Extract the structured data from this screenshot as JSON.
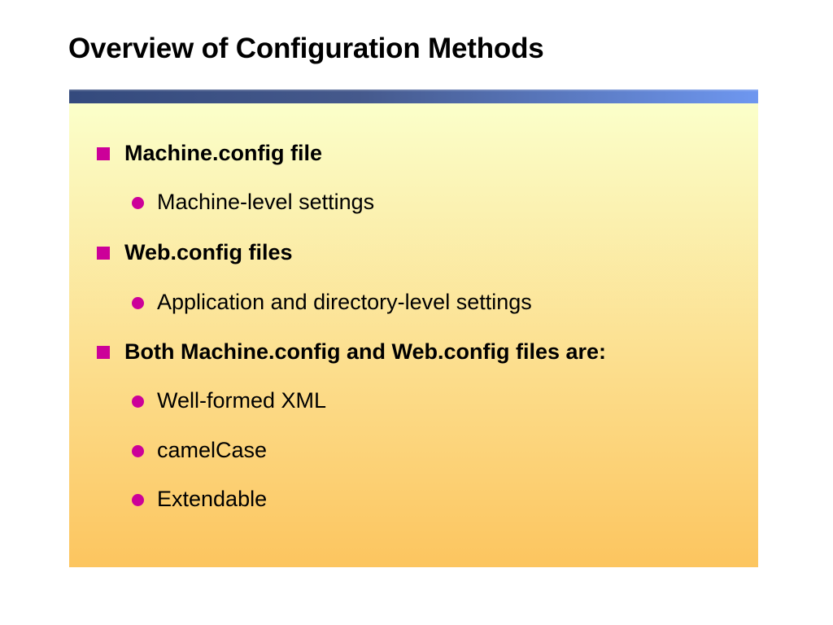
{
  "slide": {
    "title": "Overview of Configuration Methods",
    "colors": {
      "background": "#FFFFFF",
      "text": "#000000",
      "bullet": "#CC0099",
      "bar_left": "#344A7D",
      "bar_right": "#6E97F0",
      "panel_top": "#FBFFCA",
      "panel_bottom": "#FCC55F"
    },
    "bullets": {
      "items": [
        {
          "level": 1,
          "bullet": "square-bullet",
          "text": "Machine.config file"
        },
        {
          "level": 2,
          "bullet": "circle-bullet",
          "text": "Machine-level settings"
        },
        {
          "level": 1,
          "bullet": "square-bullet",
          "text": "Web.config files"
        },
        {
          "level": 2,
          "bullet": "circle-bullet",
          "text": "Application and directory-level settings"
        },
        {
          "level": 1,
          "bullet": "square-bullet",
          "text": "Both Machine.config and Web.config files are:"
        },
        {
          "level": 2,
          "bullet": "circle-bullet",
          "text": "Well-formed XML"
        },
        {
          "level": 2,
          "bullet": "circle-bullet",
          "text": "camelCase"
        },
        {
          "level": 2,
          "bullet": "circle-bullet",
          "text": "Extendable"
        }
      ]
    }
  }
}
